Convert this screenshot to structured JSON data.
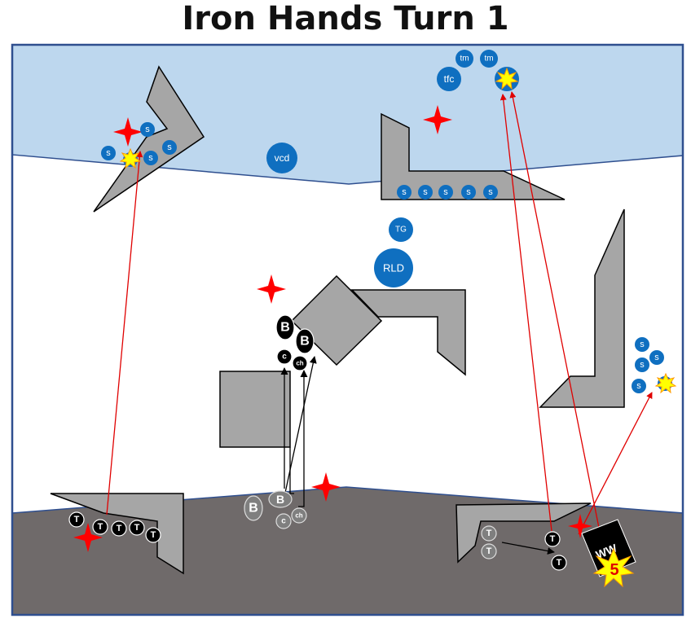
{
  "title": "Iron Hands Turn 1",
  "colors": {
    "deployment_top": "#bdd7ee",
    "deployment_bottom": "#6f6a6a",
    "terrain": "#a6a6a6",
    "enemy": "#0f6fc0",
    "player": "#000000",
    "ghost": "#7f7f7f",
    "shot": "#e00000",
    "objective": "#ff0000",
    "blast": "#ffff00",
    "border": "#2f4f8f"
  },
  "enemy": {
    "tm_1": "tm",
    "tm_2": "tm",
    "tfc": "tfc",
    "vcd": "vcd",
    "tg": "TG",
    "rld": "RLD",
    "scout_label": "s"
  },
  "player": {
    "tank_label": "T",
    "bike_label": "B",
    "captain_label": "c",
    "chaplain_label": "ch",
    "ww_label": "WW",
    "ww_value": "5"
  }
}
